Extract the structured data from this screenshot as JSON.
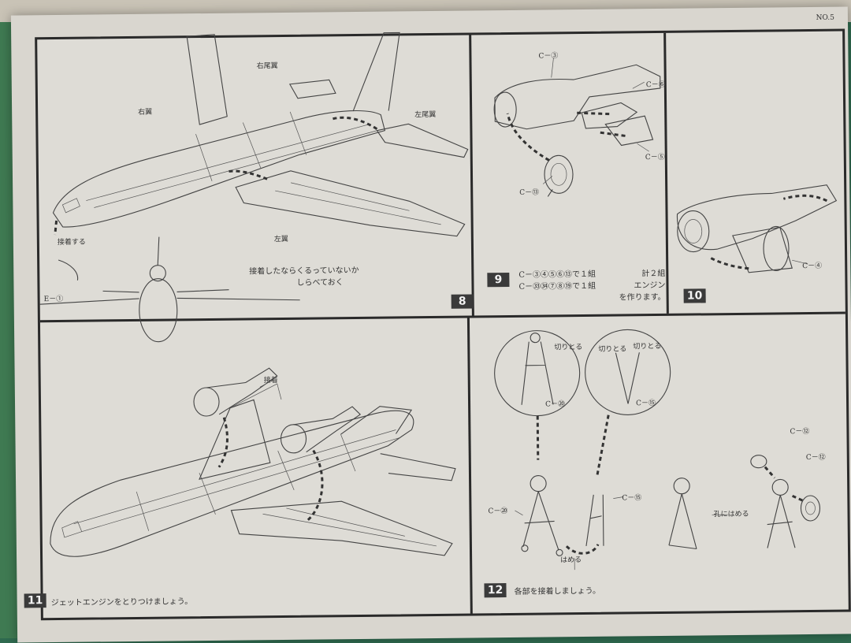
{
  "page_number": "NO.5",
  "step8": {
    "number": "8",
    "labels": {
      "right_tail_wing": "右尾翼",
      "right_wing": "右翼",
      "left_tail_wing": "左尾翼",
      "left_wing": "左翼",
      "glue": "接着する",
      "part_e1": "E－①"
    },
    "note_line1": "接着したならくるっていないか",
    "note_line2": "しらべておく"
  },
  "step9": {
    "number": "9",
    "labels": {
      "c3": "C－③",
      "c6": "C－⑥",
      "c5": "C－⑤",
      "c13": "C－⑬"
    },
    "set_line1": "C－③④⑤⑥⑬で１組",
    "set_line2": "C－㉝㉞⑦⑧⑲で１組",
    "total_1": "計２組",
    "total_2": "エンジン",
    "total_3": "を作ります。"
  },
  "step10": {
    "number": "10",
    "labels": {
      "c4": "C－④"
    }
  },
  "step11": {
    "number": "11",
    "caption": "ジェットエンジンをとりつけましょう。",
    "labels": {
      "glue": "接着"
    }
  },
  "step12": {
    "number": "12",
    "caption": "各部を接着しましょう。",
    "labels": {
      "cut1": "切りとる",
      "cut2": "切りとる",
      "cut3": "切りとる",
      "c20_top": "C－⑳",
      "c15_top": "C－⑮",
      "c20": "C－⑳",
      "c15": "C－⑮",
      "c12a": "C－⑫",
      "c12b": "C－⑫",
      "fit_hole": "孔にはめる",
      "fit": "はめる"
    }
  }
}
